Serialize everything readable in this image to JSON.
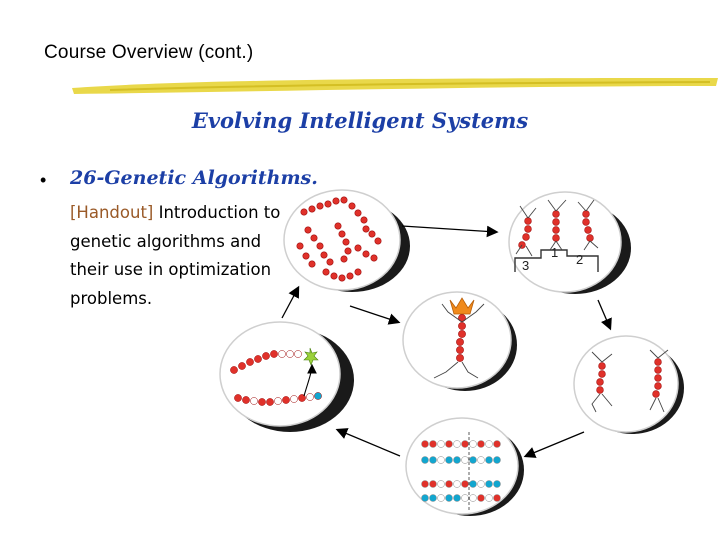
{
  "slide": {
    "title": "Course Overview (cont.)",
    "subtitle": "Evolving Intelligent Systems",
    "bullet": {
      "heading": "26-Genetic Algorithms.",
      "handout_tag": "[Handout]",
      "description": " Introduction to genetic algorithms and their use in optimization problems."
    }
  },
  "diagram": {
    "podium_labels": [
      "1",
      "2",
      "3"
    ]
  },
  "colors": {
    "heading_blue": "#1c3fa6",
    "handout_brown": "#9a5a28",
    "gene_red": "#e0312a",
    "gene_cyan": "#12a6cf",
    "crown_orange": "#f08a1c",
    "underline_yellow": "#e8d640"
  }
}
